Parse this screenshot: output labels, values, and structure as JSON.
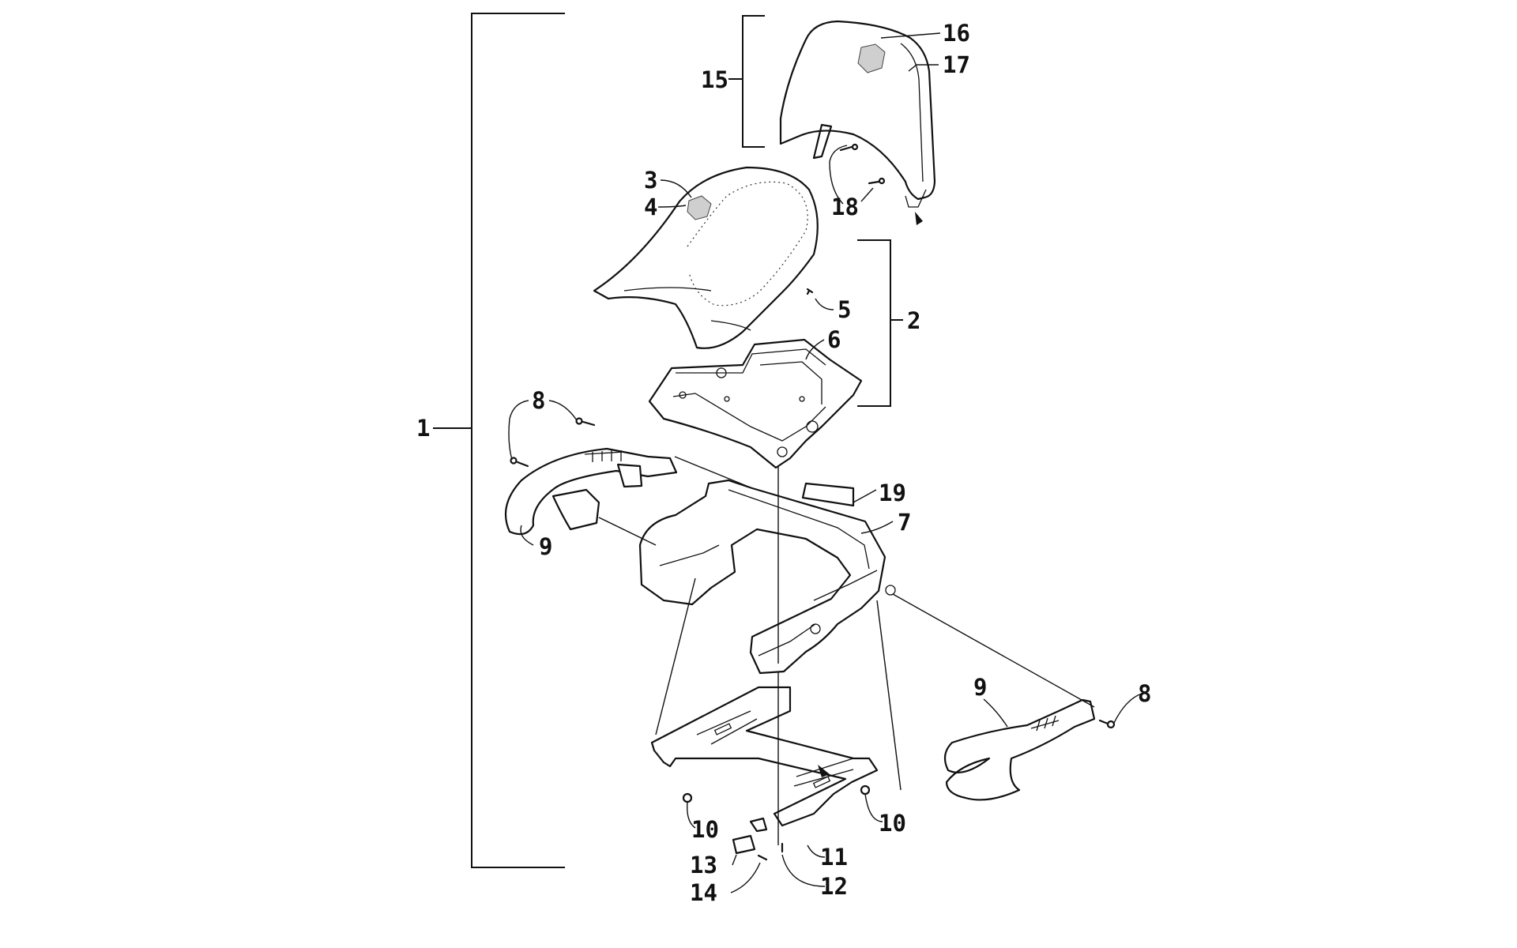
{
  "diagram": {
    "callouts": [
      {
        "id": "c1",
        "label": "1"
      },
      {
        "id": "c2",
        "label": "2"
      },
      {
        "id": "c3",
        "label": "3"
      },
      {
        "id": "c4",
        "label": "4"
      },
      {
        "id": "c5",
        "label": "5"
      },
      {
        "id": "c6",
        "label": "6"
      },
      {
        "id": "c7",
        "label": "7"
      },
      {
        "id": "c8a",
        "label": "8"
      },
      {
        "id": "c8b",
        "label": "8"
      },
      {
        "id": "c9a",
        "label": "9"
      },
      {
        "id": "c9b",
        "label": "9"
      },
      {
        "id": "c10a",
        "label": "10"
      },
      {
        "id": "c10b",
        "label": "10"
      },
      {
        "id": "c11",
        "label": "11"
      },
      {
        "id": "c12",
        "label": "12"
      },
      {
        "id": "c13",
        "label": "13"
      },
      {
        "id": "c14",
        "label": "14"
      },
      {
        "id": "c15",
        "label": "15"
      },
      {
        "id": "c16",
        "label": "16"
      },
      {
        "id": "c17",
        "label": "17"
      },
      {
        "id": "c18",
        "label": "18"
      },
      {
        "id": "c19",
        "label": "19"
      }
    ]
  }
}
